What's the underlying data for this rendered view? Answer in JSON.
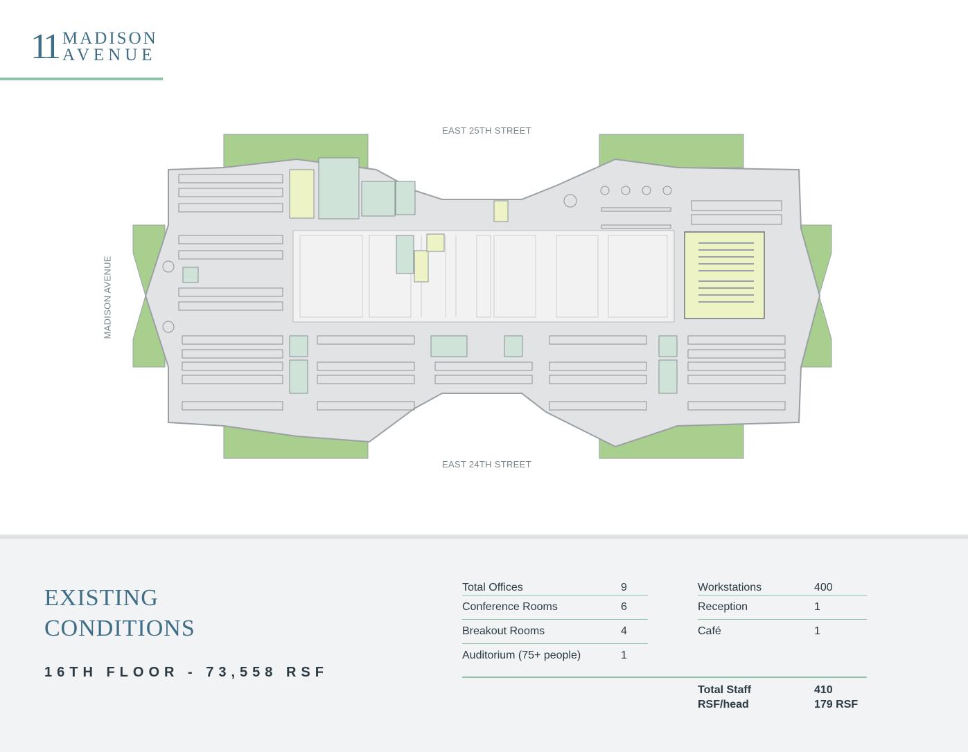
{
  "logo": {
    "number": "11",
    "line1": "MADISON",
    "line2": "AVENUE"
  },
  "plan": {
    "street_top": "EAST 25TH STREET",
    "street_bottom": "EAST 24TH STREET",
    "street_left": "MADISON AVENUE",
    "colors": {
      "floor": "#e2e3e4",
      "terrace": "#a9cf8e",
      "room_green": "#cfe3d8",
      "room_yellow": "#eef3c6",
      "core": "#f2f2f2",
      "wall": "#9aa0a4"
    }
  },
  "panel": {
    "heading_line1": "EXISTING",
    "heading_line2": "CONDITIONS",
    "subheading": "16TH FLOOR - 73,558 RSF"
  },
  "stats_left": [
    {
      "label": "Total Offices",
      "value": "9"
    },
    {
      "label": "Conference Rooms",
      "value": "6"
    },
    {
      "label": "Breakout Rooms",
      "value": "4"
    },
    {
      "label": "Auditorium (75+ people)",
      "value": "1"
    }
  ],
  "stats_right": [
    {
      "label": "Workstations",
      "value": "400"
    },
    {
      "label": "Reception",
      "value": "1"
    },
    {
      "label": "Café",
      "value": "1"
    }
  ],
  "totals": [
    {
      "label": "Total Staff",
      "value": "410"
    },
    {
      "label": "RSF/head",
      "value": "179 RSF"
    }
  ]
}
